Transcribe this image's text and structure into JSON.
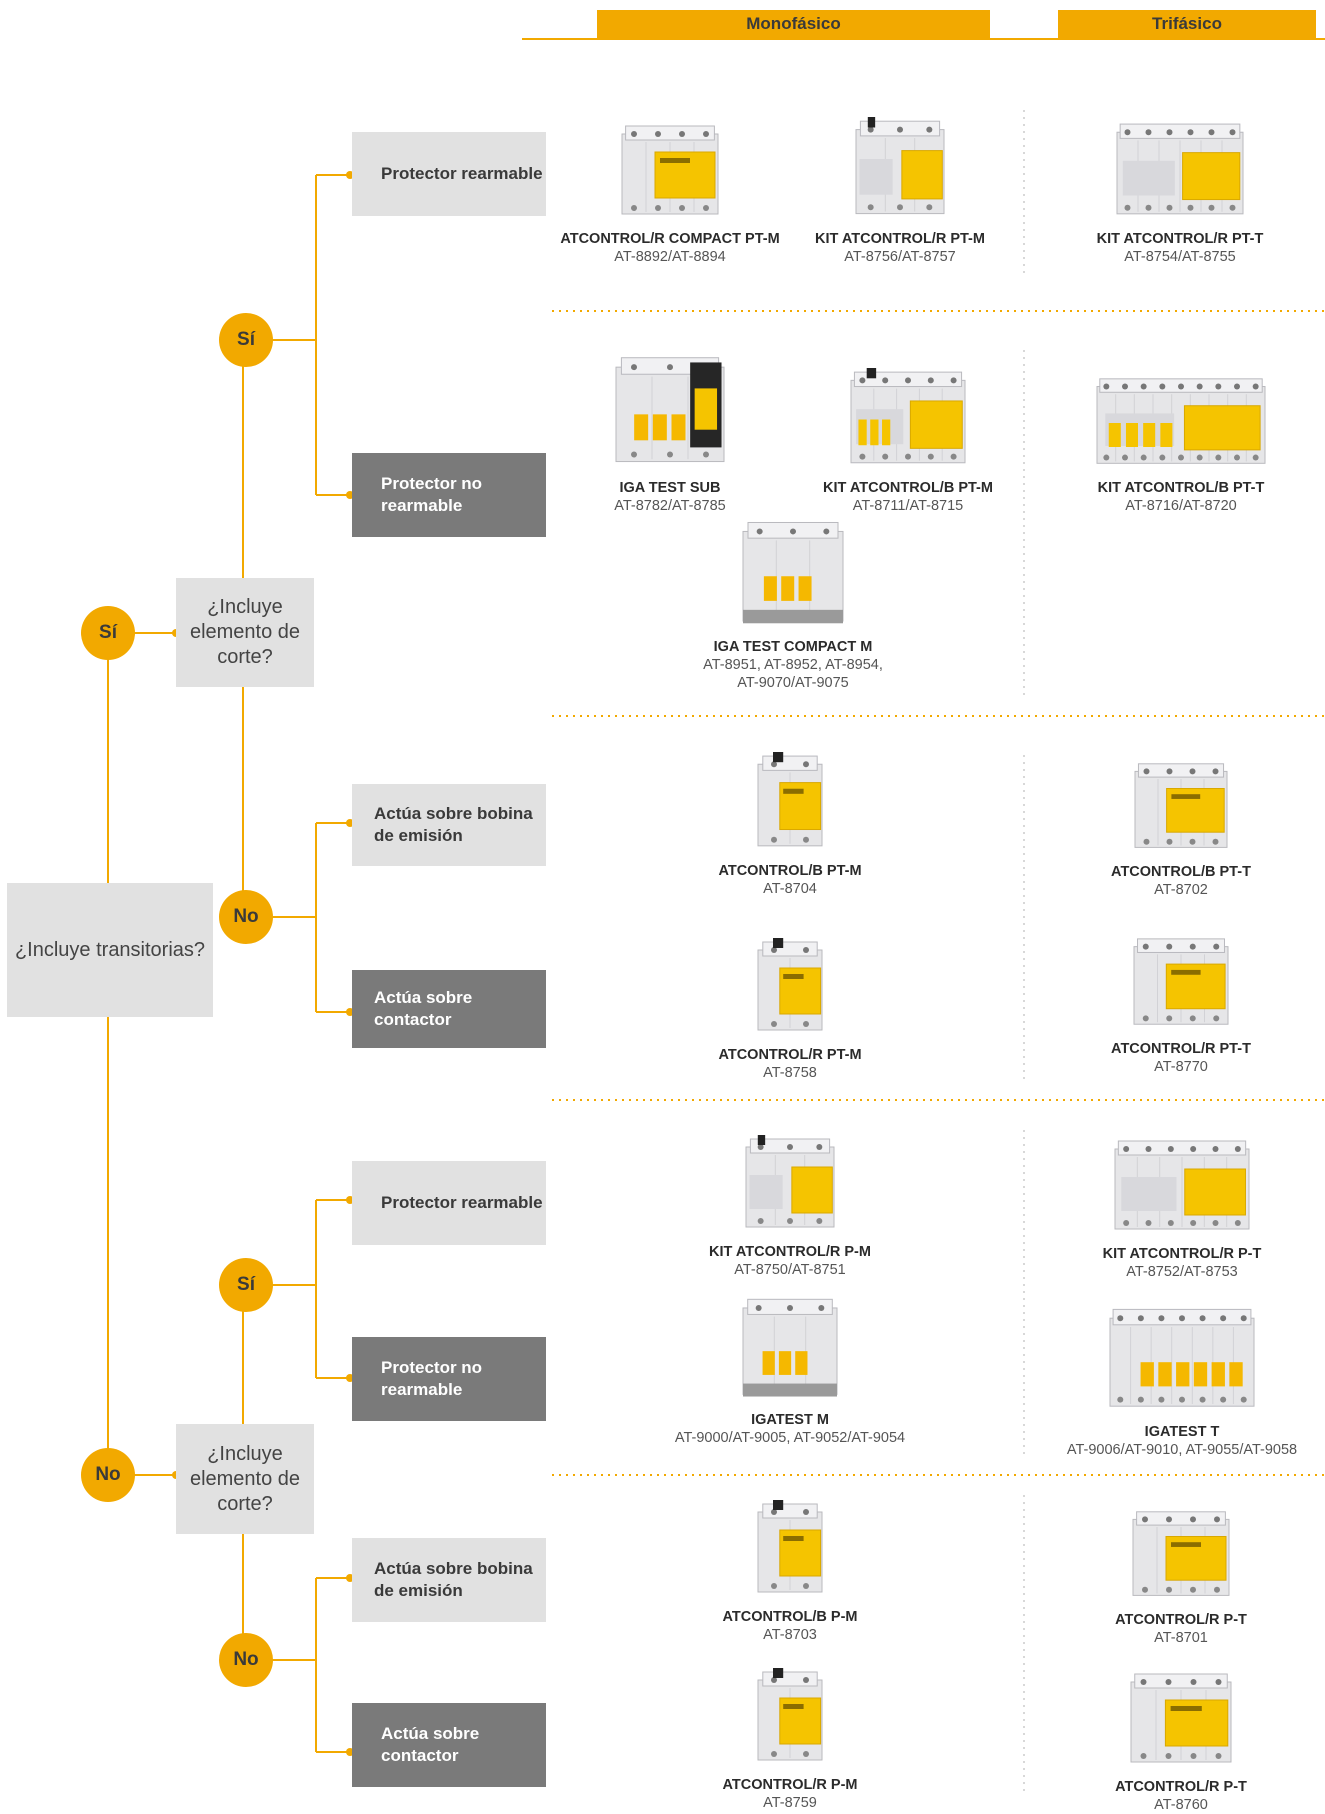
{
  "header": {
    "monofasico": "Monofásico",
    "trifasico": "Trifásico"
  },
  "colors": {
    "accent": "#F2A900",
    "box_light": "#e1e1e1",
    "box_dark": "#7a7a7a"
  },
  "tree": {
    "root": "¿Incluye transitorias?",
    "yes": "Sí",
    "no": "No",
    "corte_question": "¿Incluye elemento de corte?",
    "cat_rearmable": "Protector rearmable",
    "cat_no_rearmable": "Protector no rearmable",
    "cat_bobina": "Actúa sobre bobina de emisión",
    "cat_contactor": "Actúa sobre contactor"
  },
  "products": [
    {
      "name": "ATCONTROL/R COMPACT PT-M",
      "code": "AT-8892/AT-8894"
    },
    {
      "name": "KIT ATCONTROL/R PT-M",
      "code": "AT-8756/AT-8757"
    },
    {
      "name": "KIT ATCONTROL/R PT-T",
      "code": "AT-8754/AT-8755"
    },
    {
      "name": "IGA TEST SUB",
      "code": "AT-8782/AT-8785"
    },
    {
      "name": "KIT ATCONTROL/B PT-M",
      "code": "AT-8711/AT-8715"
    },
    {
      "name": "KIT ATCONTROL/B PT-T",
      "code": "AT-8716/AT-8720"
    },
    {
      "name": "IGA TEST COMPACT M",
      "code": "AT-8951, AT-8952, AT-8954,",
      "code2": "AT-9070/AT-9075"
    },
    {
      "name": "ATCONTROL/B PT-M",
      "code": "AT-8704"
    },
    {
      "name": "ATCONTROL/B PT-T",
      "code": "AT-8702"
    },
    {
      "name": "ATCONTROL/R PT-M",
      "code": "AT-8758"
    },
    {
      "name": "ATCONTROL/R PT-T",
      "code": "AT-8770"
    },
    {
      "name": "KIT ATCONTROL/R P-M",
      "code": "AT-8750/AT-8751"
    },
    {
      "name": "KIT ATCONTROL/R P-T",
      "code": "AT-8752/AT-8753"
    },
    {
      "name": "IGATEST M",
      "code": "AT-9000/AT-9005, AT-9052/AT-9054"
    },
    {
      "name": "IGATEST T",
      "code": "AT-9006/AT-9010, AT-9055/AT-9058"
    },
    {
      "name": "ATCONTROL/B P-M",
      "code": "AT-8703"
    },
    {
      "name": "ATCONTROL/R P-T",
      "code": "AT-8701"
    },
    {
      "name": "ATCONTROL/R P-M",
      "code": "AT-8759"
    },
    {
      "name": "ATCONTROL/R P-T",
      "code": "AT-8760"
    }
  ]
}
